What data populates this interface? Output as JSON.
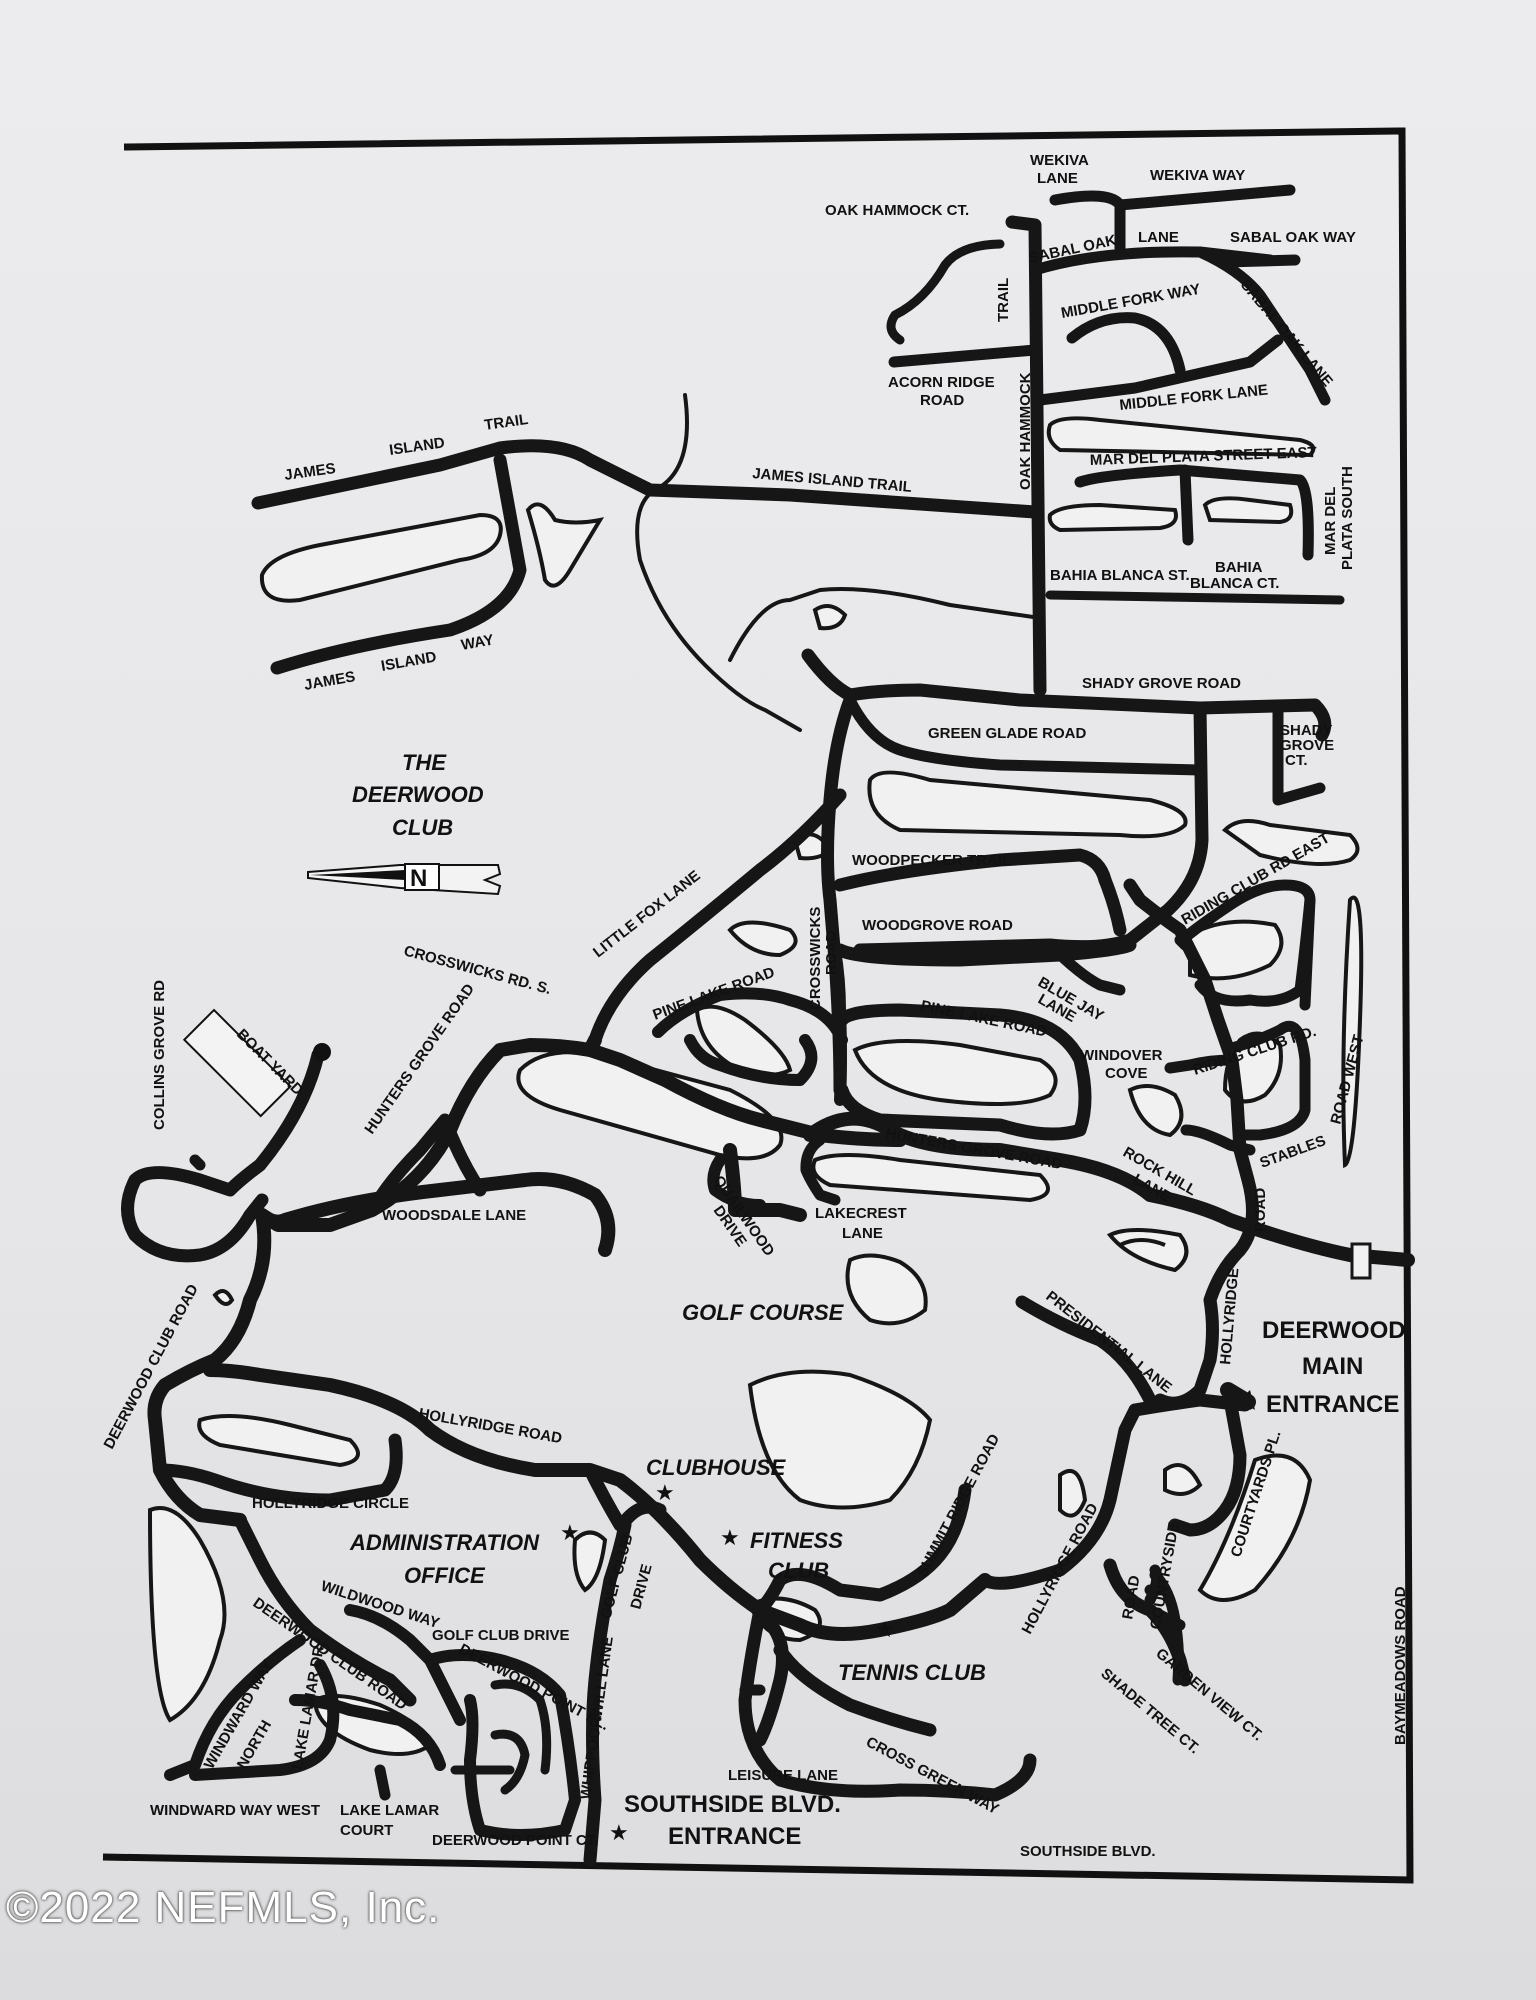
{
  "map": {
    "title_lines": [
      "THE",
      "DEERWOOD",
      "CLUB"
    ],
    "north_arrow_letter": "N",
    "copyright": "©2022 NEFMLS, Inc.",
    "landmarks": {
      "golf_course": "GOLF COURSE",
      "clubhouse": "CLUBHOUSE",
      "fitness_club": [
        "FITNESS",
        "CLUB"
      ],
      "administration_office": [
        "ADMINISTRATION",
        "OFFICE"
      ],
      "tennis_club": "TENNIS CLUB",
      "boat_yard": "BOAT YARD",
      "main_entrance": [
        "DEERWOOD",
        "MAIN",
        "ENTRANCE"
      ],
      "southside_entrance": [
        "SOUTHSIDE BLVD.",
        "ENTRANCE"
      ]
    },
    "streets": {
      "wekiva_lane": [
        "WEKIVA",
        "LANE"
      ],
      "wekiva_way": "WEKIVA WAY",
      "oak_hammock_ct": "OAK HAMMOCK CT.",
      "sabal_oak": "SABAL OAK",
      "lane": "LANE",
      "sabal_oak_way": "SABAL OAK WAY",
      "sabal_oak_lane": "SABAL OAK LANE",
      "middle_fork_way": "MIDDLE FORK WAY",
      "trail": "TRAIL",
      "oak_hammock": "OAK HAMMOCK",
      "acorn_ridge_road": [
        "ACORN RIDGE",
        "ROAD"
      ],
      "middle_fork_lane": "MIDDLE FORK LANE",
      "mar_del_plata_east": "MAR DEL PLATA STREET EAST",
      "mar_del_plata_south": [
        "MAR DEL",
        "PLATA SOUTH"
      ],
      "bahia_blanca_st": "BAHIA BLANCA ST.",
      "bahia_blanca_ct": [
        "BAHIA",
        "BLANCA CT."
      ],
      "james": "JAMES",
      "island": "ISLAND",
      "james_island_trail_east": "JAMES ISLAND TRAIL",
      "james_island_way_parts": [
        "JAMES",
        "ISLAND",
        "WAY"
      ],
      "shady_grove_road": "SHADY GROVE ROAD",
      "shady_grove_ct": [
        "SHADY",
        "GROVE",
        "CT."
      ],
      "green_glade_road": "GREEN GLADE ROAD",
      "woodpecker_trail": "WOODPECKER TRAIL",
      "riding_club_rd_east": "RIDING CLUB RD EAST",
      "little_fox_lane": "LITTLE FOX LANE",
      "woodgrove_road": "WOODGROVE ROAD",
      "crosswicks_road": [
        "CROSSWICKS",
        "ROAD"
      ],
      "crosswicks_rd_s": "CROSSWICKS RD. S.",
      "pine_lake_road": "PINE LAKE ROAD",
      "blue_jay_lane": [
        "BLUE JAY",
        "LANE"
      ],
      "windover_cove": [
        "WINDOVER",
        "COVE"
      ],
      "riding_club_rd": "RIDING CLUB RD.",
      "road_west": "ROAD WEST",
      "stables": "STABLES",
      "collins_grove_rd": "COLLINS GROVE RD",
      "hunters_grove_road": "HUNTERS GROVE ROAD",
      "woodsdale_lane": "WOODSDALE LANE",
      "quailwood_drive": [
        "QUAILWOOD",
        "DRIVE"
      ],
      "lakecrest_lane": [
        "LAKECREST",
        "LANE"
      ],
      "rock_hill_lane": [
        "ROCK HILL",
        "LANE"
      ],
      "road": "ROAD",
      "hollyridge": "HOLLYRIDGE",
      "presidential_lane": "PRESIDENTIAL LANE",
      "deerwood_club_road": "DEERWOOD CLUB ROAD",
      "hollyridge_road": "HOLLYRIDGE ROAD",
      "hollyridge_circle": "HOLLYRIDGE CIRCLE",
      "summit_ridge_road": "SUMMIT RIDGE ROAD",
      "courtyards_pl": "COURTYARDS PL.",
      "countryside_road": [
        "COUNTRYSIDE",
        "ROAD"
      ],
      "golf_club_drive": "GOLF CLUB DRIVE",
      "golf_club_drive_vertical": [
        "GOLF CLUB",
        "DRIVE"
      ],
      "wildwood_way": "WILDWOOD WAY",
      "deerwood_point_pl": "DEERWOOD POINT PL.",
      "whippoorwill_lane": "WHIPPOORWILL LANE",
      "windward_way_north": [
        "WINDWARD WAY",
        "NORTH"
      ],
      "lake_lamar_dr": "LAKE LAMAR DR.",
      "garden_view_ct": "GARDEN VIEW CT.",
      "shade_tree_ct": "SHADE TREE CT.",
      "baymeadows_road": "BAYMEADOWS ROAD",
      "cross_green_way": "CROSS GREEN WAY",
      "leisure_lane": "LEISURE LANE",
      "windward_way_west": "WINDWARD WAY WEST",
      "lake_lamar_court": [
        "LAKE LAMAR",
        "COURT"
      ],
      "deerwood_point_ct": "DEERWOOD POINT CT.",
      "southside_blvd": "SOUTHSIDE BLVD."
    }
  }
}
